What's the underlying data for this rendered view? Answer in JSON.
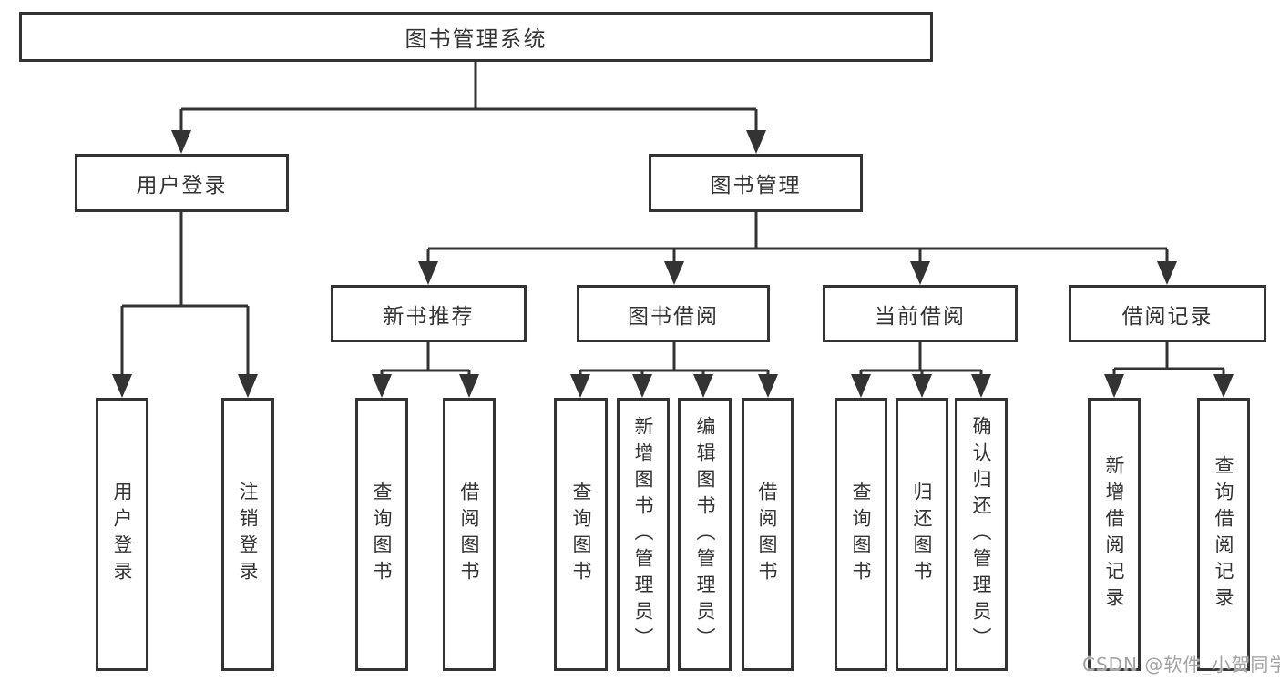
{
  "tree": {
    "root": {
      "label": "图书管理系统",
      "children": [
        {
          "label": "用户登录",
          "children": [
            {
              "label": "用户登录"
            },
            {
              "label": "注销登录"
            }
          ]
        },
        {
          "label": "图书管理",
          "children": [
            {
              "label": "新书推荐",
              "children": [
                {
                  "label": "查询图书"
                },
                {
                  "label": "借阅图书"
                }
              ]
            },
            {
              "label": "图书借阅",
              "children": [
                {
                  "label": "查询图书"
                },
                {
                  "label": "新增图书（管理员）"
                },
                {
                  "label": "编辑图书（管理员）"
                },
                {
                  "label": "借阅图书"
                }
              ]
            },
            {
              "label": "当前借阅",
              "children": [
                {
                  "label": "查询图书"
                },
                {
                  "label": "归还图书"
                },
                {
                  "label": "确认归还（管理员）"
                }
              ]
            },
            {
              "label": "借阅记录",
              "children": [
                {
                  "label": "新增借阅记录"
                },
                {
                  "label": "查询借阅记录"
                }
              ]
            }
          ]
        }
      ]
    }
  },
  "watermark": {
    "text": "CSDN @软件_小贺同学"
  },
  "colors": {
    "line": "#333333",
    "box_border": "#333333",
    "text": "#333333",
    "background": "#ffffff",
    "watermark": "#a3a3a3"
  }
}
